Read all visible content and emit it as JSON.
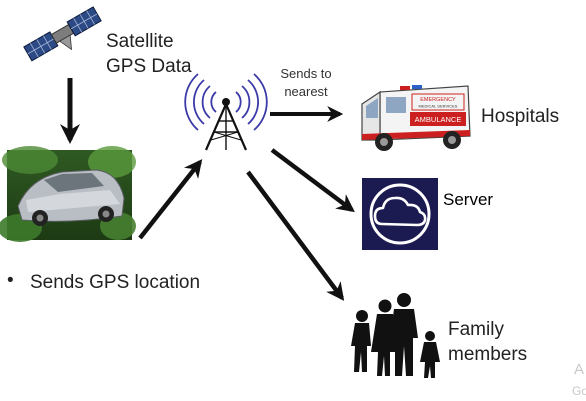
{
  "labels": {
    "satellite": "Satellite",
    "gps_data": "GPS Data",
    "sends_to": "Sends to",
    "nearest": "nearest",
    "hospitals": "Hospitals",
    "server": "Server",
    "sends_gps": "Sends GPS location",
    "family": "Family",
    "members": "members",
    "bullet": "•"
  },
  "ambulance": {
    "emergency": "EMERGENCY",
    "medical": "MEDICAL SERVICES",
    "ambulance": "AMBULANCE"
  },
  "watermark": {
    "line1": "A",
    "line2": "Go"
  },
  "colors": {
    "arrow": "#111111",
    "signal": "#3a3aa8",
    "server_bg": "#1b1b52",
    "server_ring": "#ffffff",
    "ambulance_red": "#cc1f1f",
    "tree": "#3c7a2a"
  },
  "icons": [
    "satellite-icon",
    "crashed-car-photo",
    "radio-tower-icon",
    "ambulance-icon",
    "cloud-server-icon",
    "family-silhouette-icon"
  ]
}
